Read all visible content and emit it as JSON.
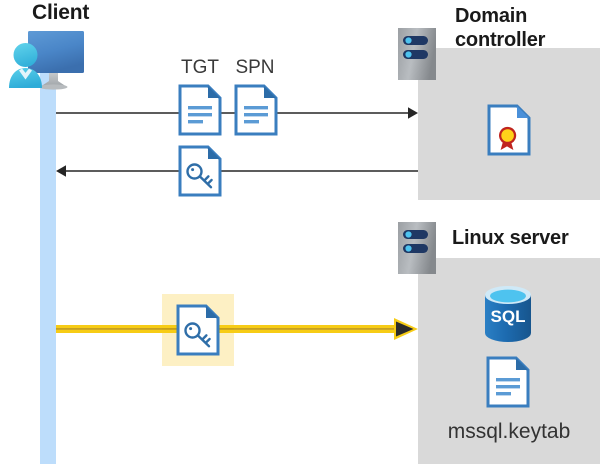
{
  "diagram": {
    "title_client": "Client",
    "title_domain_controller": "Domain\ncontroller",
    "title_domain_controller_line1": "Domain",
    "title_domain_controller_line2": "controller",
    "title_linux_server": "Linux server",
    "label_tgt": "TGT",
    "label_spn": "SPN",
    "label_keytab_file": "mssql.keytab",
    "label_sql": "SQL"
  },
  "icons": {
    "client": "user-with-monitor-icon",
    "server_rack": "server-rack-icon",
    "certificate": "certificate-document-icon",
    "document": "text-document-icon",
    "key_document": "key-document-icon",
    "database": "sql-database-icon"
  },
  "flows": [
    {
      "name": "client-to-dc-request",
      "direction": "right",
      "style": "thin-black",
      "items": [
        "TGT",
        "SPN"
      ]
    },
    {
      "name": "dc-to-client-ticket",
      "direction": "left",
      "style": "thin-black",
      "items": [
        "service-ticket"
      ]
    },
    {
      "name": "client-to-linux-ticket",
      "direction": "right",
      "style": "thick-gold",
      "items": [
        "service-ticket"
      ]
    }
  ],
  "colors": {
    "panel_gray": "#d9d9d9",
    "lifeline_blue": "#bdddfb",
    "highlight_yellow": "#fdf0c4",
    "gold_arrow": "#f7cc16",
    "gold_arrow_dark": "#d9a400",
    "doc_blue": "#3a7ebf",
    "doc_blue_dark": "#2c6ca8",
    "sql_blue": "#1d6bb0",
    "arrow_black": "#262626",
    "text_dark": "#1a1a1a"
  }
}
